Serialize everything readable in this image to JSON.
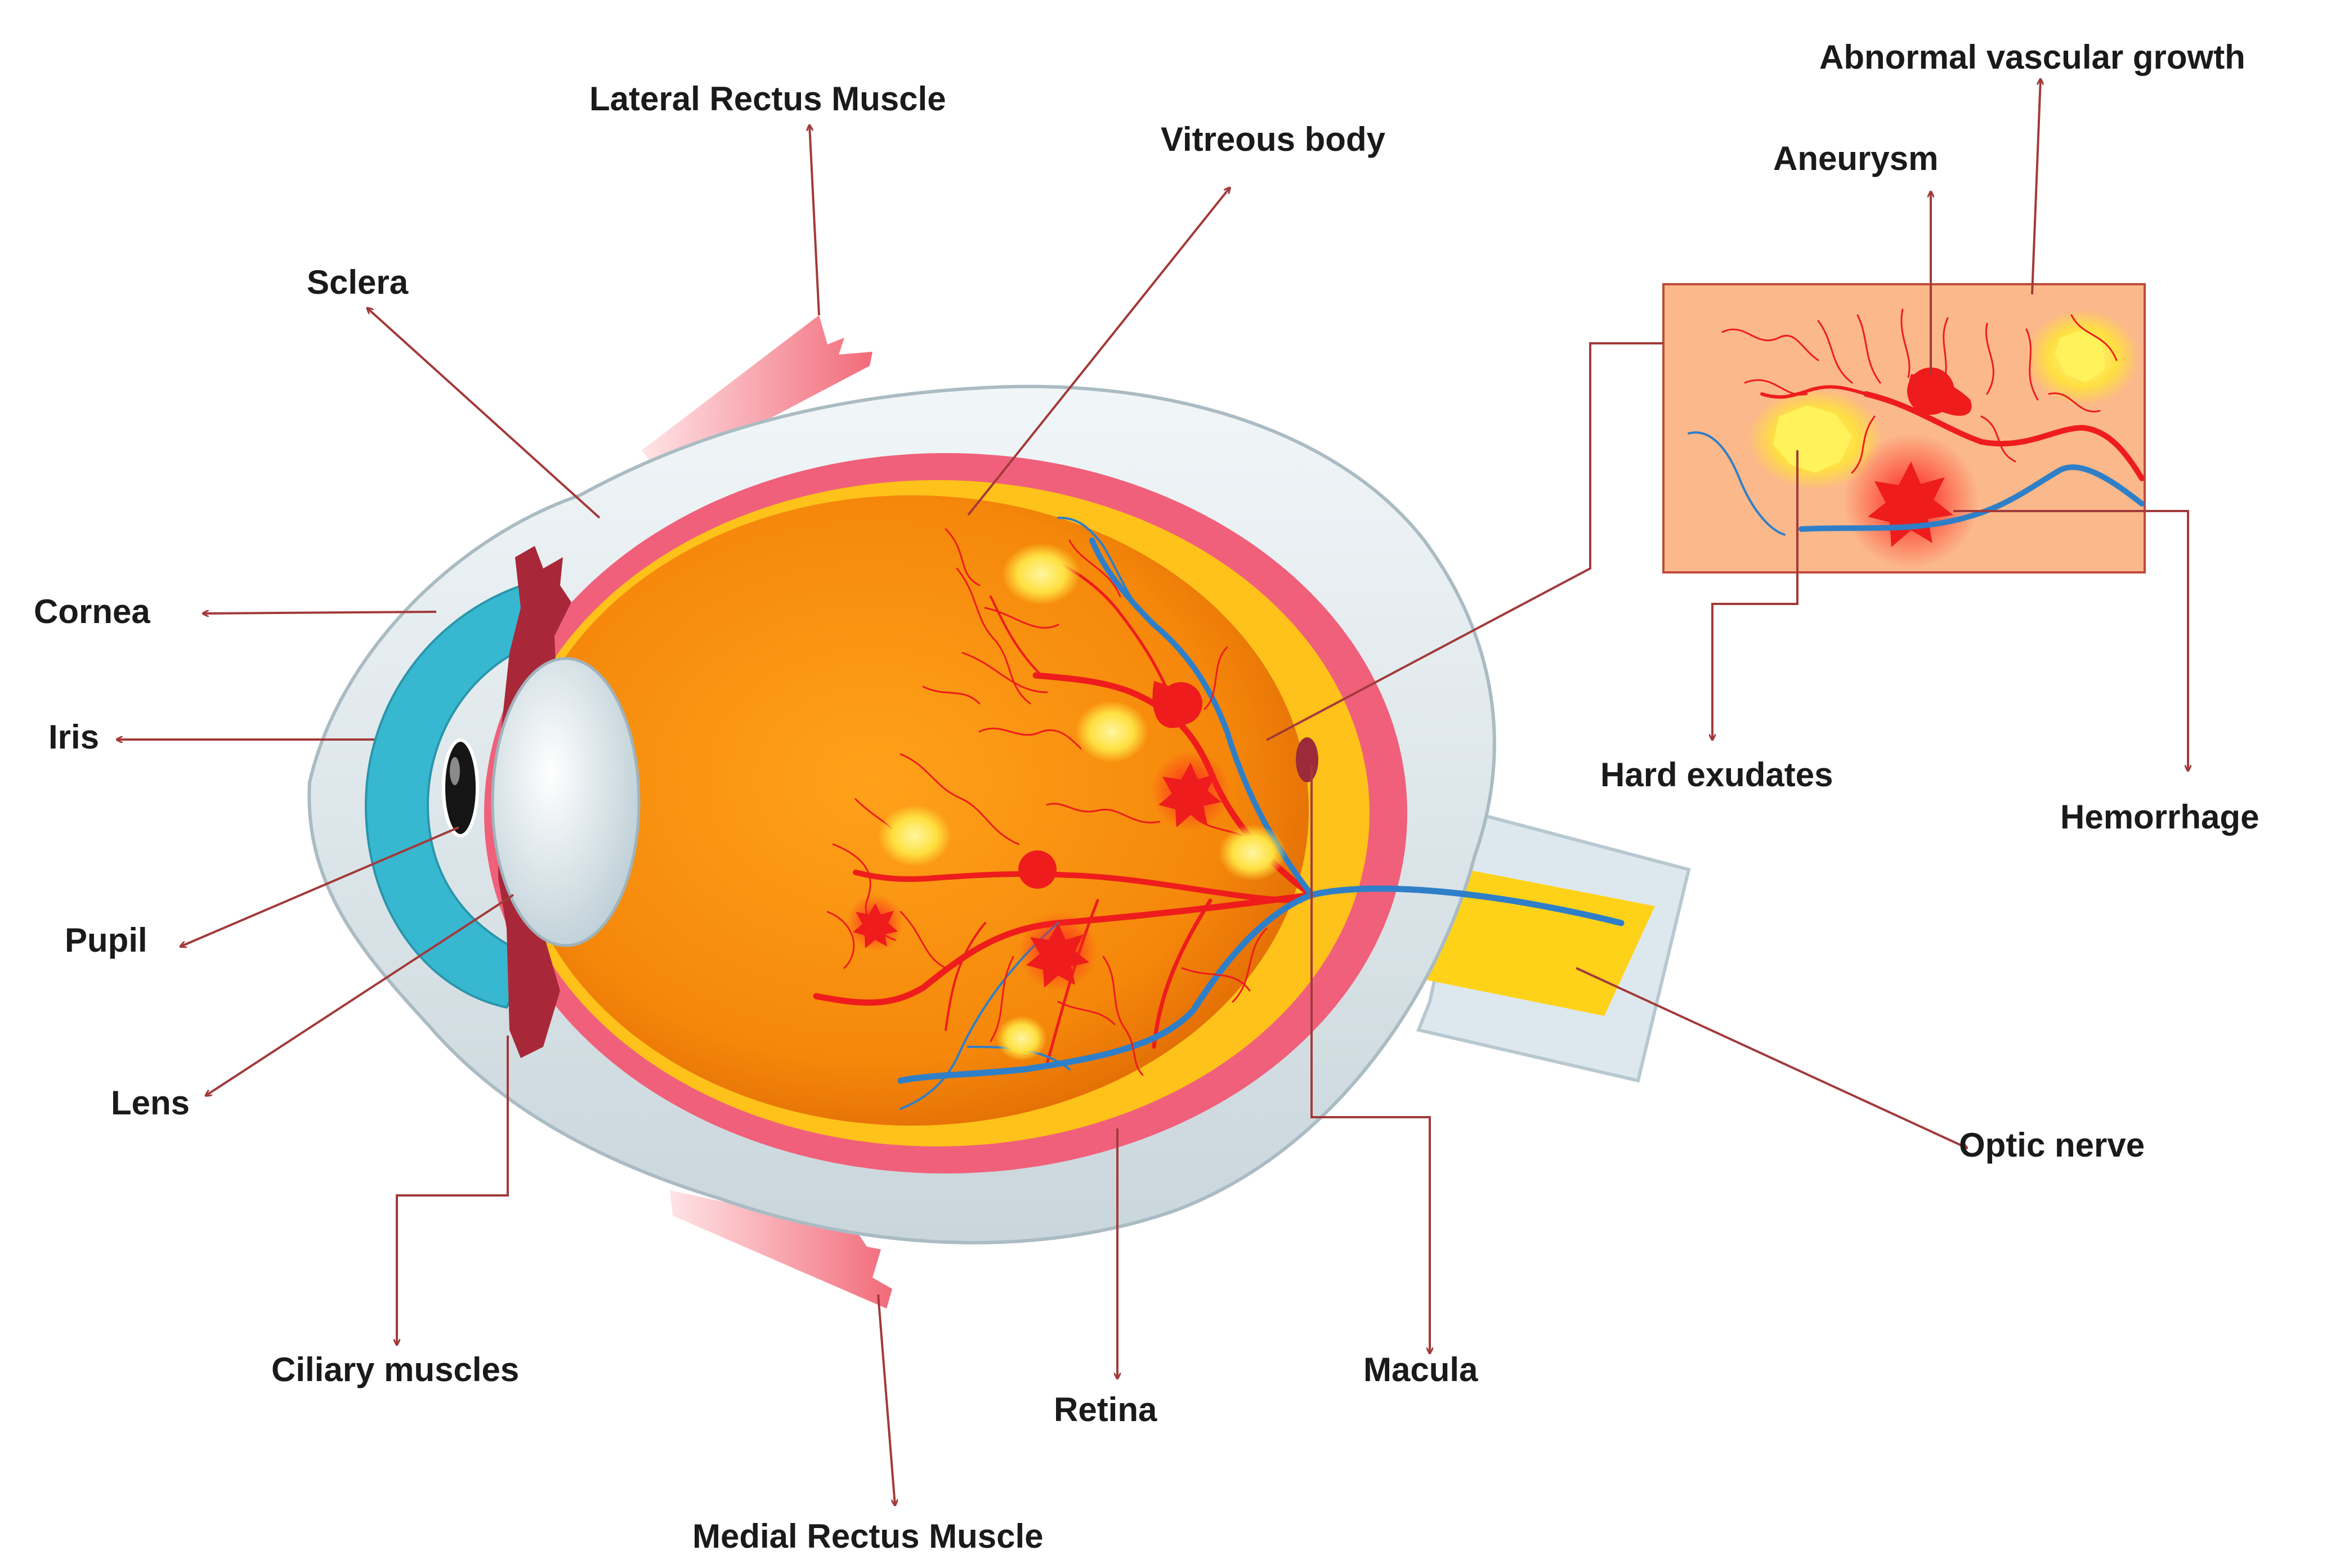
{
  "labels": {
    "lateral_rectus": "Lateral Rectus Muscle",
    "vitreous_body": "Vitreous body",
    "sclera": "Sclera",
    "cornea": "Cornea",
    "iris": "Iris",
    "pupil": "Pupil",
    "lens": "Lens",
    "ciliary_muscles": "Ciliary muscles",
    "medial_rectus": "Medial Rectus Muscle",
    "retina": "Retina",
    "macula": "Macula",
    "optic_nerve": "Optic nerve",
    "abnormal_vascular_growth": "Abnormal vascular growth",
    "aneurysm": "Aneurysm",
    "hard_exudates": "Hard exudates",
    "hemorrhage": "Hemorrhage"
  },
  "colors": {
    "leader_line": "#a23a3a",
    "sclera": "#dfe8ec",
    "choroid": "#f0607a",
    "retina_layer": "#ffc21a",
    "vitreous": "#f58a0a",
    "cornea": "#37b8d0",
    "iris": "#a8283a",
    "lens": "#e4eef2",
    "artery": "#ee1c1c",
    "vein": "#2f7fc8",
    "exudate": "#fff25a",
    "inset_background": "#fbb88a"
  }
}
